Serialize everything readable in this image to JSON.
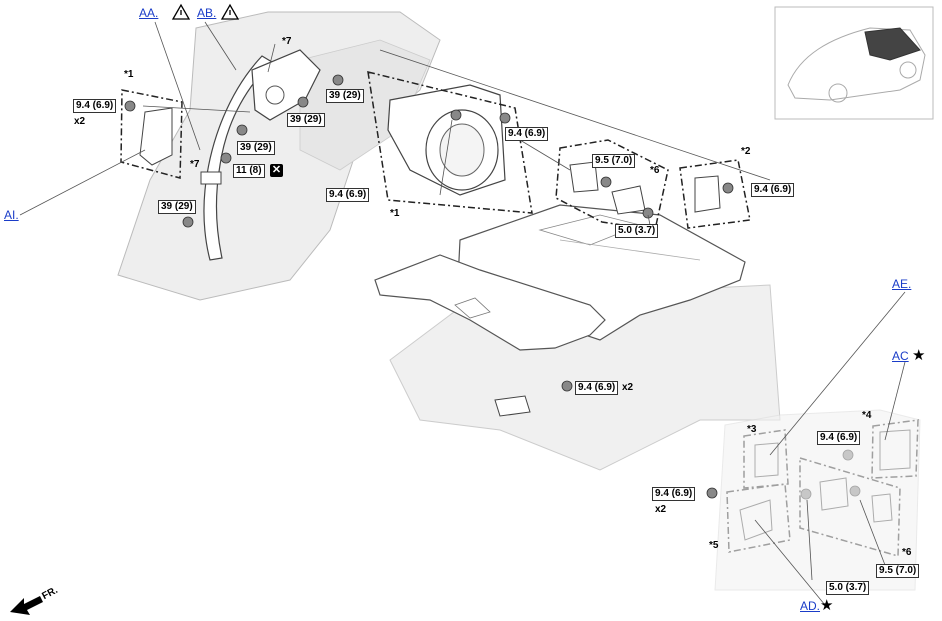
{
  "links": {
    "aa": "AA.",
    "ab": "AB.",
    "ai": "AI.",
    "ae": "AE.",
    "ac": "AC",
    "ad": "AD."
  },
  "torques": {
    "t1": "9.4 (6.9)",
    "t2": "39 (29)",
    "t3": "39 (29)",
    "t4": "39 (29)",
    "t5": "11 (8)",
    "t6": "39 (29)",
    "t7": "9.4 (6.9)",
    "t8": "9.4 (6.9)",
    "t9": "9.5 (7.0)",
    "t10": "5.0 (3.7)",
    "t11": "9.4 (6.9)",
    "t12": "9.4 (6.9)",
    "t13": "9.4 (6.9)",
    "t14": "9.4 (6.9)",
    "t15": "5.0 (3.7)",
    "t16": "9.5 (7.0)"
  },
  "quantities": {
    "q1": "x2",
    "q2": "x2",
    "q3": "x2"
  },
  "markers": {
    "m1": "*1",
    "m2": "*7",
    "m3": "*7",
    "m4": "*1",
    "m5": "*6",
    "m6": "*2",
    "m7": "*3",
    "m8": "*4",
    "m9": "*5",
    "m10": "*6"
  },
  "direction": "FR.",
  "icons": {
    "warning": "warning-triangle-icon",
    "star": "star-icon",
    "no_reuse": "x-box-icon",
    "front_arrow": "front-arrow-icon"
  },
  "colors": {
    "link": "#1a3cc8",
    "body_fill": "#eeeeee",
    "line": "#444444"
  }
}
